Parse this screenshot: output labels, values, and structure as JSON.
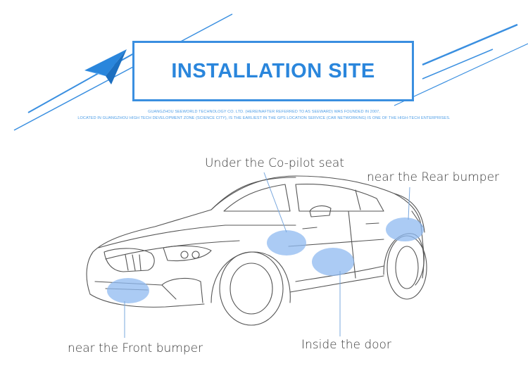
{
  "header": {
    "title": "INSTALLATION SITE",
    "subtitle_line1": "GUANGZHOU SEEWORLD TECHNOLOGY CO. LTD. (HEREINAFTER REFERRED TO AS SEEWARD) WAS FOUNDED IN 2007,",
    "subtitle_line2": "LOCATED IN GUANGZHOU HIGH TECH DEVELOPMENT ZONE (SCIENCE CITY), IS THE EARLIEST IN THE GPS LOCATION SERVICE (CAR NETWORKING) IS ONE OF THE HIGH-TECH ENTERPRISES."
  },
  "labels": {
    "copilot_seat": "Under the Co-pilot seat",
    "rear_bumper": "near the Rear bumper",
    "front_bumper": "near the Front bumper",
    "inside_door": "Inside the door"
  },
  "colors": {
    "accent": "#2a86dc",
    "highlight": "#8fbaf0",
    "line": "#3a8fe0",
    "car_stroke": "#555555"
  },
  "icons": {
    "paper_plane": "paper-plane-icon"
  }
}
